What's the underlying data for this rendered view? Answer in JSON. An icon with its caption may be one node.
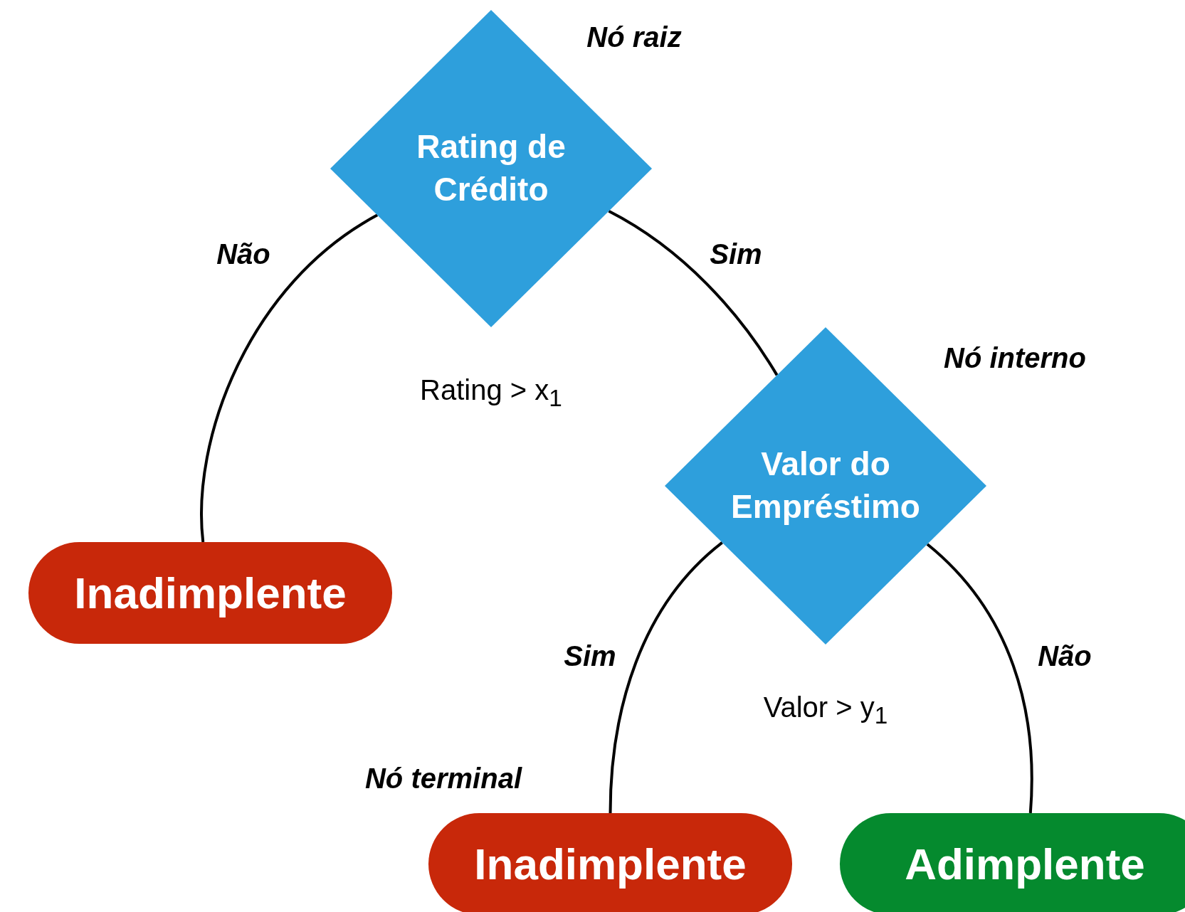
{
  "diagram": {
    "nodes": [
      {
        "text": [
          "Rating de Crédito"
        ],
        "beside": [
          "Nó raiz",
          "Rating > x$_{1}$"
        ]
      },
      {
        "text": [
          "Valor do Empréstimo"
        ],
        "beside": [
          "Nó interno",
          "Valor > y$_{1}$"
        ]
      },
      {
        "text": [
          "Inadimplente"
        ]
      },
      {
        "text": [
          "Inadimplente"
        ],
        "beside": [
          "Nó terminal"
        ]
      },
      {
        "text": [
          "Adimplente"
        ]
      }
    ],
    "edges": [
      {
        "from": 0,
        "to": 2,
        "arrow": "none",
        "label": "Não"
      },
      {
        "from": 0,
        "to": 1,
        "arrow": "none",
        "label": "Sim"
      },
      {
        "from": 1,
        "to": 3,
        "arrow": "none",
        "label": "Sim"
      },
      {
        "from": 1,
        "to": 4,
        "arrow": "none",
        "label": "Não"
      }
    ]
  }
}
